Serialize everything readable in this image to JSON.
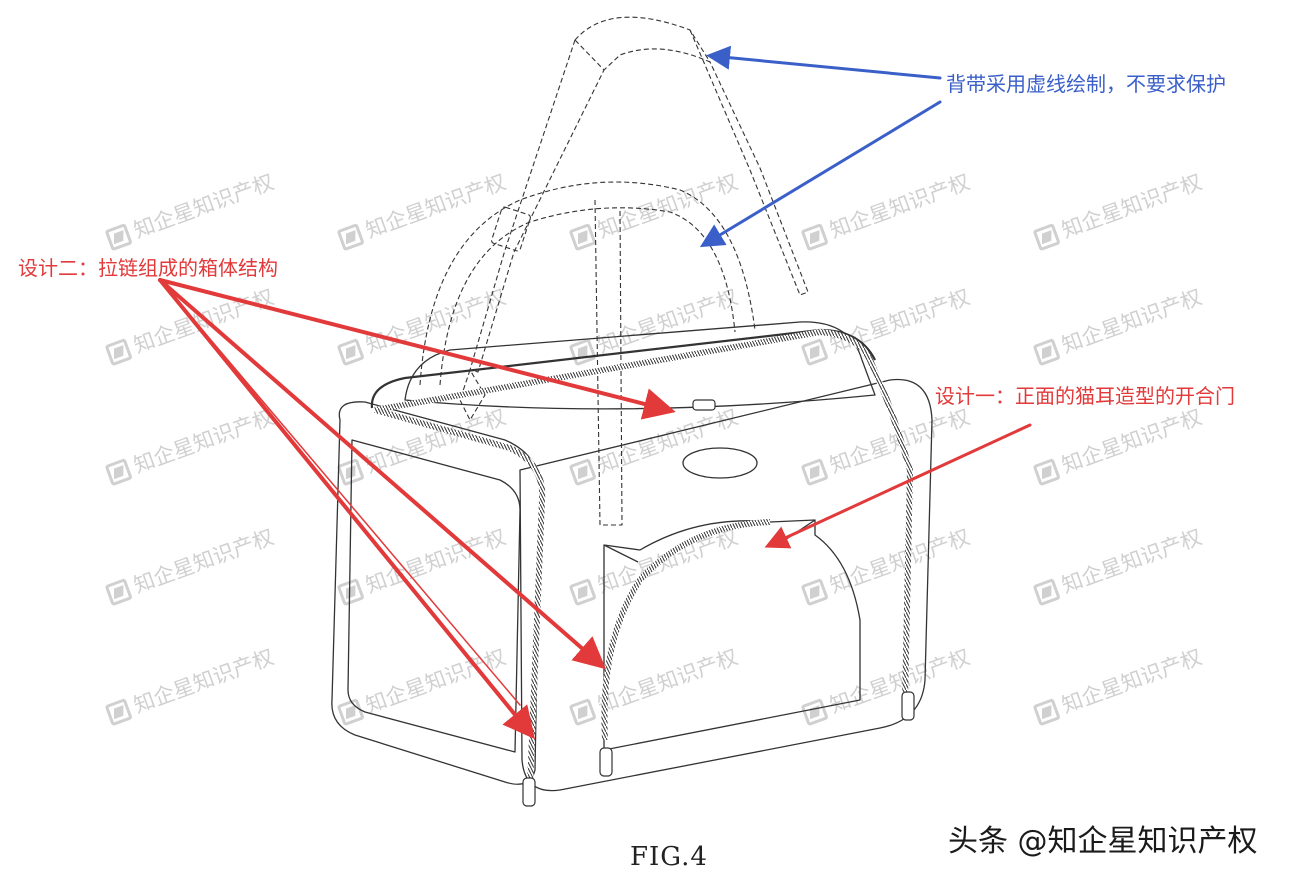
{
  "figure": {
    "caption": "FIG.4",
    "source_credit": "头条 @知企星知识产权"
  },
  "annotations": {
    "strap": {
      "text": "背带采用虚线绘制，不要求保护",
      "color": "#3a5fc8"
    },
    "zipper": {
      "text": "设计二：拉链组成的箱体结构",
      "color": "#e23a3a"
    },
    "door": {
      "text": "设计一：正面的猫耳造型的开合门",
      "color": "#e23a3a"
    }
  },
  "watermark": {
    "text": "知企星知识产权",
    "color": "#c8c8c8",
    "icon": "zhiqixing-logo-icon"
  },
  "colors": {
    "line_art": "#333333",
    "arrow_blue": "#3a5fc8",
    "arrow_red": "#e23a3a"
  }
}
